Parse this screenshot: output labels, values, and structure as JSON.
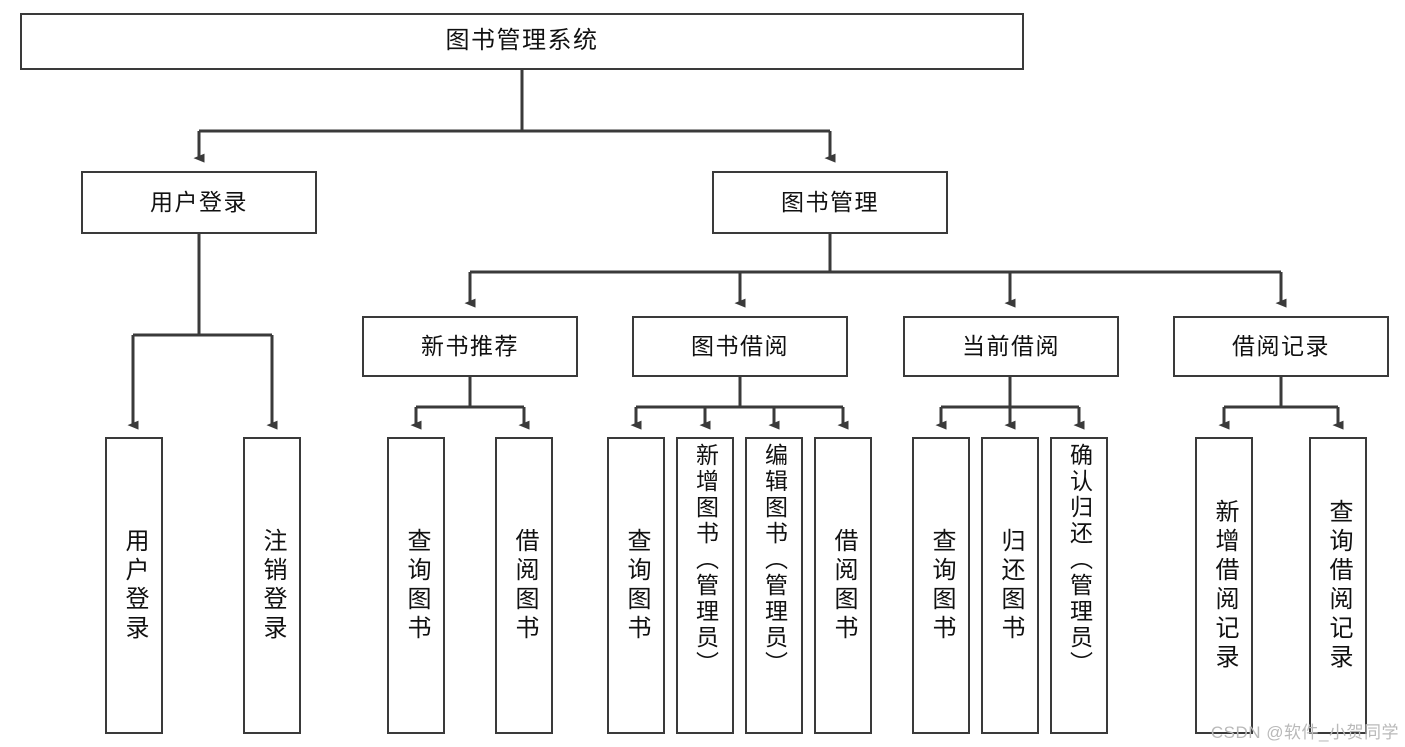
{
  "diagram": {
    "type": "tree-hierarchy",
    "title": "图书管理系统",
    "orientation": "top-down",
    "colors": {
      "box_border": "#3a3a3a",
      "box_fill": "#ffffff",
      "connector": "#3a3a3a",
      "text": "#111111",
      "watermark": "#b9b9b9",
      "background": "#ffffff"
    },
    "levels": 4
  },
  "nodes": {
    "root": {
      "label": "图书管理系统",
      "level": 1
    },
    "level2": [
      {
        "id": "user-login",
        "label": "用户登录"
      },
      {
        "id": "book-management",
        "label": "图书管理"
      }
    ],
    "level3": [
      {
        "id": "new-book-recommend",
        "label": "新书推荐"
      },
      {
        "id": "book-borrow",
        "label": "图书借阅"
      },
      {
        "id": "current-borrow",
        "label": "当前借阅"
      },
      {
        "id": "borrow-record",
        "label": "借阅记录"
      }
    ],
    "leaves": {
      "user_login": [
        {
          "id": "leaf-user-login",
          "label": "用户登录"
        },
        {
          "id": "leaf-logout-login",
          "label": "注销登录"
        }
      ],
      "new_book_recommend": [
        {
          "id": "leaf-query-book-1",
          "label": "查询图书"
        },
        {
          "id": "leaf-borrow-book-1",
          "label": "借阅图书"
        }
      ],
      "book_borrow": [
        {
          "id": "leaf-query-book-2",
          "label": "查询图书"
        },
        {
          "id": "leaf-add-book",
          "label": "新增图书（管理员）"
        },
        {
          "id": "leaf-edit-book",
          "label": "编辑图书（管理员）"
        },
        {
          "id": "leaf-borrow-book-2",
          "label": "借阅图书"
        }
      ],
      "current_borrow": [
        {
          "id": "leaf-query-book-3",
          "label": "查询图书"
        },
        {
          "id": "leaf-return-book",
          "label": "归还图书"
        },
        {
          "id": "leaf-confirm-return",
          "label": "确认归还（管理员）"
        }
      ],
      "borrow_record": [
        {
          "id": "leaf-add-record",
          "label": "新增借阅记录"
        },
        {
          "id": "leaf-query-record",
          "label": "查询借阅记录"
        }
      ]
    }
  },
  "watermark": {
    "text": "CSDN @软件_小贺同学"
  }
}
